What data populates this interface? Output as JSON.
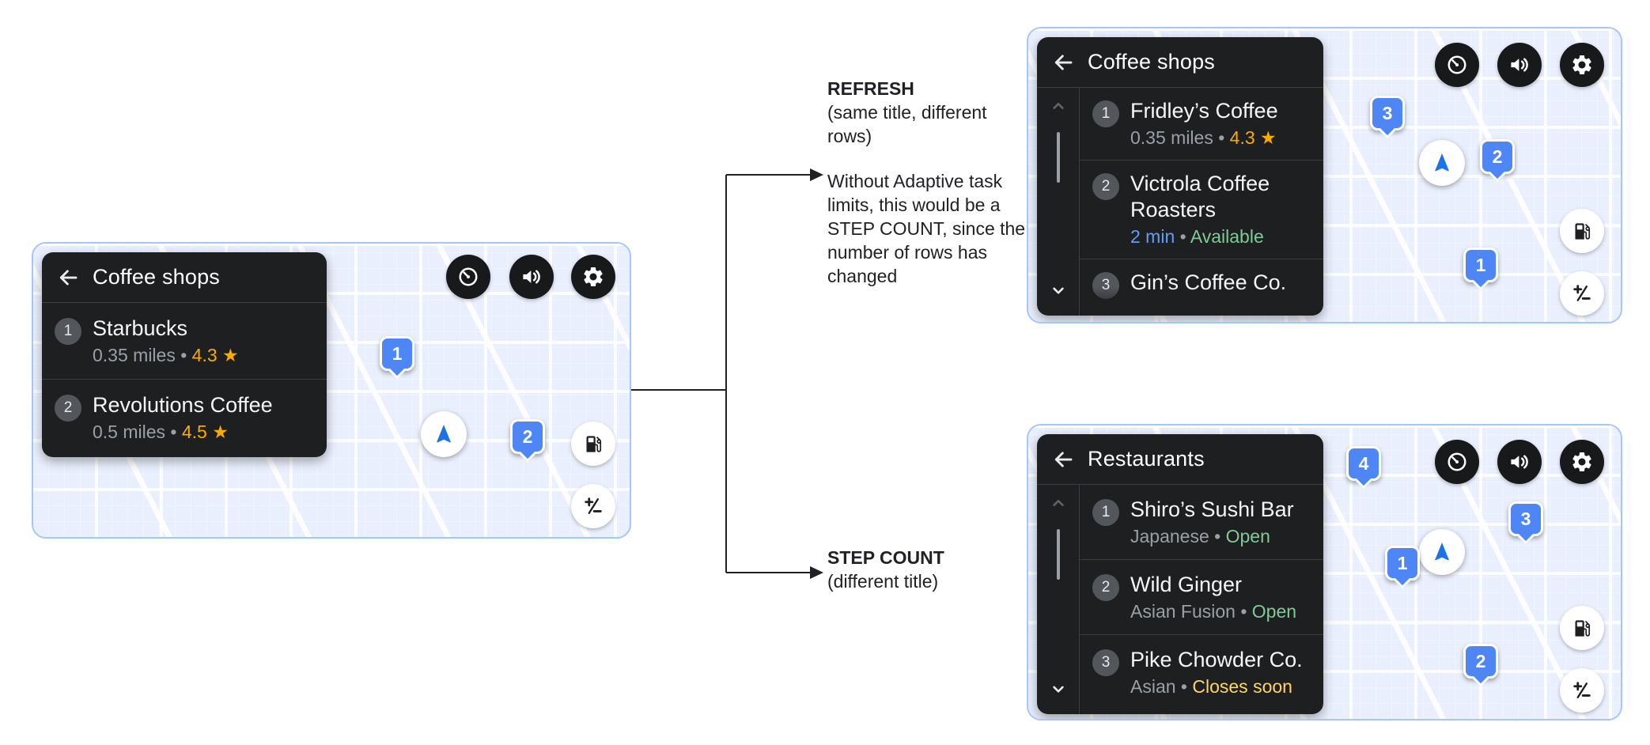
{
  "colors": {
    "map_background": "#e9effd",
    "screen_border": "#a6c5fa",
    "card_dark": "#1e1f21",
    "divider": "#3a3d41",
    "text_gray": "#9aa0a6",
    "rating_amber": "#f9ab00",
    "status_green": "#81c995",
    "eta_blue": "#669df6",
    "warning_yellow": "#fdd663",
    "pin_blue": "#4f86f6",
    "puck_arrow_blue": "#1a73e8",
    "connector": "#202124"
  },
  "icons": {
    "back": "back-arrow",
    "speed": "speedometer",
    "audio": "speaker",
    "settings": "gear",
    "fuel": "gas-pump",
    "zoom": "zoom-plus-minus",
    "scroll_up": "chevron-up",
    "scroll_down": "chevron-down",
    "location_puck": "navigation-arrow",
    "rating_star": "★"
  },
  "left_panel": {
    "title": "Coffee shops",
    "rows": [
      {
        "num": "1",
        "title": "Starbucks",
        "parts": [
          {
            "text": "0.35 miles • ",
            "color": "gray"
          },
          {
            "text": "4.3 ★",
            "color": "amber"
          }
        ]
      },
      {
        "num": "2",
        "title": "Revolutions Coffee",
        "parts": [
          {
            "text": "0.5 miles • ",
            "color": "gray"
          },
          {
            "text": "4.5 ★",
            "color": "amber"
          }
        ]
      }
    ],
    "pins": [
      {
        "label": "1"
      },
      {
        "label": "2"
      }
    ]
  },
  "refresh_panel": {
    "title": "Coffee shops",
    "rows": [
      {
        "num": "1",
        "title": "Fridley’s Coffee",
        "parts": [
          {
            "text": "0.35 miles • ",
            "color": "gray"
          },
          {
            "text": "4.3 ★",
            "color": "amber"
          }
        ]
      },
      {
        "num": "2",
        "title": "Victrola Coffee Roasters",
        "parts": [
          {
            "text": "2 min",
            "color": "blue"
          },
          {
            "text": " • ",
            "color": "gray"
          },
          {
            "text": "Available",
            "color": "green"
          }
        ]
      },
      {
        "num": "3",
        "title": "Gin’s Coffee Co."
      }
    ],
    "pins": [
      {
        "label": "3"
      },
      {
        "label": "2"
      },
      {
        "label": "1"
      }
    ]
  },
  "stepcount_panel": {
    "title": "Restaurants",
    "rows": [
      {
        "num": "1",
        "title": "Shiro’s Sushi Bar",
        "parts": [
          {
            "text": "Japanese • ",
            "color": "gray"
          },
          {
            "text": "Open",
            "color": "green"
          }
        ]
      },
      {
        "num": "2",
        "title": "Wild Ginger",
        "parts": [
          {
            "text": "Asian Fusion • ",
            "color": "gray"
          },
          {
            "text": "Open",
            "color": "green"
          }
        ]
      },
      {
        "num": "3",
        "title": "Pike Chowder Co.",
        "parts": [
          {
            "text": "Asian • ",
            "color": "gray"
          },
          {
            "text": "Closes soon",
            "color": "yellow"
          }
        ]
      }
    ],
    "pins": [
      {
        "label": "4"
      },
      {
        "label": "3"
      },
      {
        "label": "1"
      },
      {
        "label": "2"
      }
    ]
  },
  "annotations": {
    "refresh_heading": "REFRESH",
    "refresh_sub": "(same title, different rows)",
    "refresh_note": "Without Adaptive task limits, this would be a STEP COUNT, since the number of rows has changed",
    "step_heading": "STEP COUNT",
    "step_sub": "(different title)"
  }
}
